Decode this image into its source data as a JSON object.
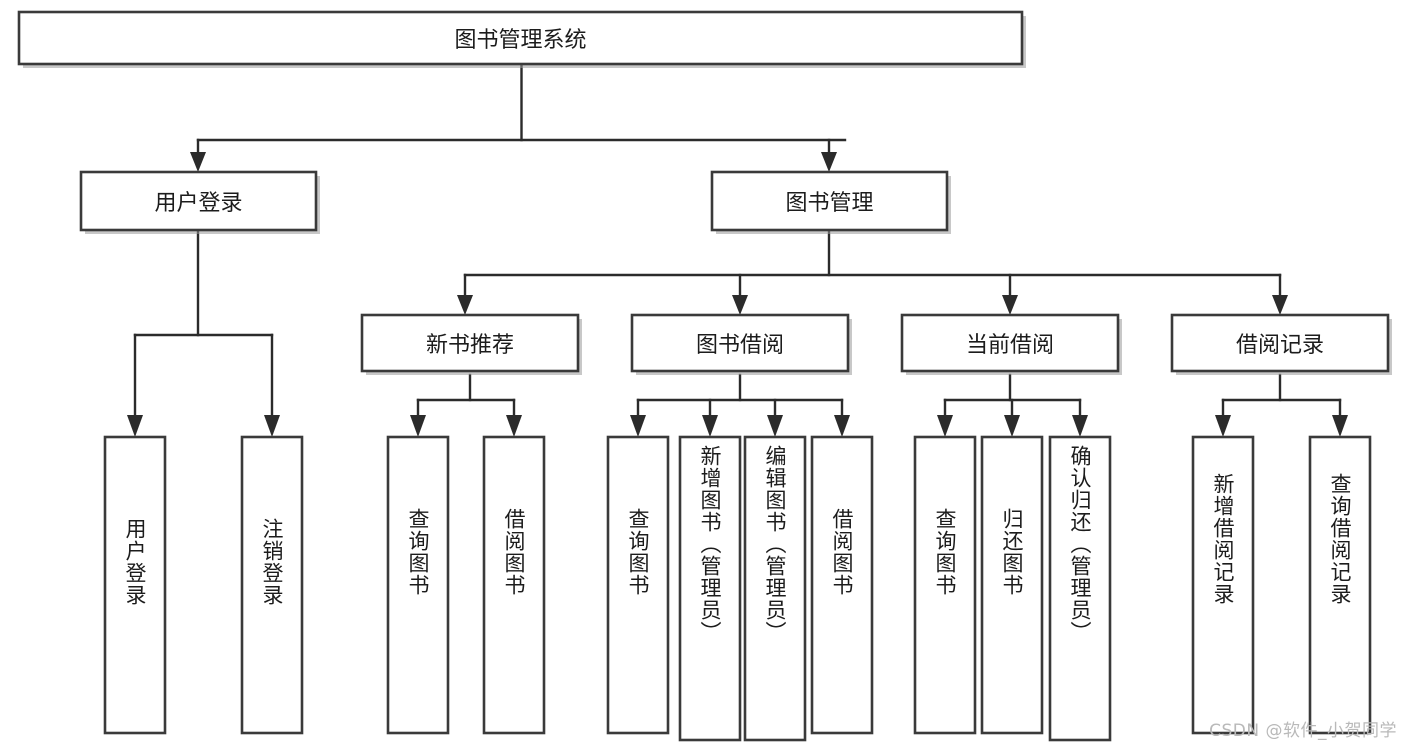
{
  "diagram": {
    "title": "图书管理系统",
    "type": "tree-hierarchy-diagram",
    "colors": {
      "box_fill": "#ffffff",
      "box_stroke": "#3a3a3a",
      "edge": "#2b2b2b",
      "text": "#1c1c1c",
      "watermark": "#b9b9b9",
      "background": "#ffffff"
    },
    "root": {
      "label": "图书管理系统"
    },
    "level2": [
      {
        "label": "用户登录"
      },
      {
        "label": "图书管理"
      }
    ],
    "level3": [
      {
        "label": "新书推荐"
      },
      {
        "label": "图书借阅"
      },
      {
        "label": "当前借阅"
      },
      {
        "label": "借阅记录"
      }
    ],
    "leaves": {
      "user_login": [
        {
          "label": "用户登录"
        },
        {
          "label": "注销登录"
        }
      ],
      "new_book_recommend": [
        {
          "label": "查询图书"
        },
        {
          "label": "借阅图书"
        }
      ],
      "book_borrow": [
        {
          "label": "查询图书"
        },
        {
          "label": "新增图书（管理员）"
        },
        {
          "label": "编辑图书（管理员）"
        },
        {
          "label": "借阅图书"
        }
      ],
      "current_borrow": [
        {
          "label": "查询图书"
        },
        {
          "label": "归还图书"
        },
        {
          "label": "确认归还（管理员）"
        }
      ],
      "borrow_records": [
        {
          "label": "新增借阅记录"
        },
        {
          "label": "查询借阅记录"
        }
      ]
    }
  },
  "watermark": {
    "text": "CSDN @软件_小贺同学"
  }
}
